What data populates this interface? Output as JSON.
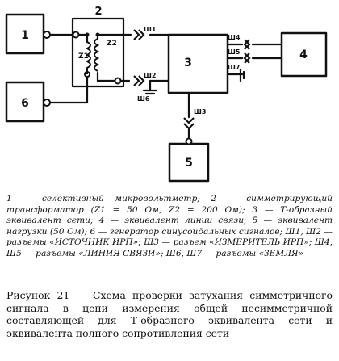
{
  "blocks": {
    "b1": "1",
    "b2": "2",
    "b3": "3",
    "b4": "4",
    "b5": "5",
    "b6": "6"
  },
  "transformer": {
    "z1": "Z1",
    "z2": "Z2"
  },
  "connectors": {
    "sh1": "Ш1",
    "sh2": "Ш2",
    "sh3": "Ш3",
    "sh4": "Ш4",
    "sh5": "Ш5",
    "sh6": "Ш6",
    "sh7": "Ш7"
  },
  "legend": "1 — селективный микровольтметр; 2 — симметрирующий трансформатор (Z1 = 50 Ом, Z2 = 200 Ом); 3 — Т-образный эквивалент сети; 4 — эквивалент линии связи; 5 — эквивалент нагрузки (50 Ом); 6 — генератор синусоидальных сигналов; Ш1, Ш2 — разъемы «ИСТОЧНИК ИРП»; Ш3 — разъем «ИЗМЕРИТЕЛЬ ИРП»; Ш4, Ш5 — разъемы «ЛИНИЯ СВЯЗИ»; Ш6, Ш7 — разъемы «ЗЕМЛЯ»",
  "caption": "Рисунок 21 — Схема проверки затухания симметричного сигнала в цепи измерения общей несимметричной составляющей для Т-образного эквивалента сети и эквивалента полного сопротивления сети"
}
